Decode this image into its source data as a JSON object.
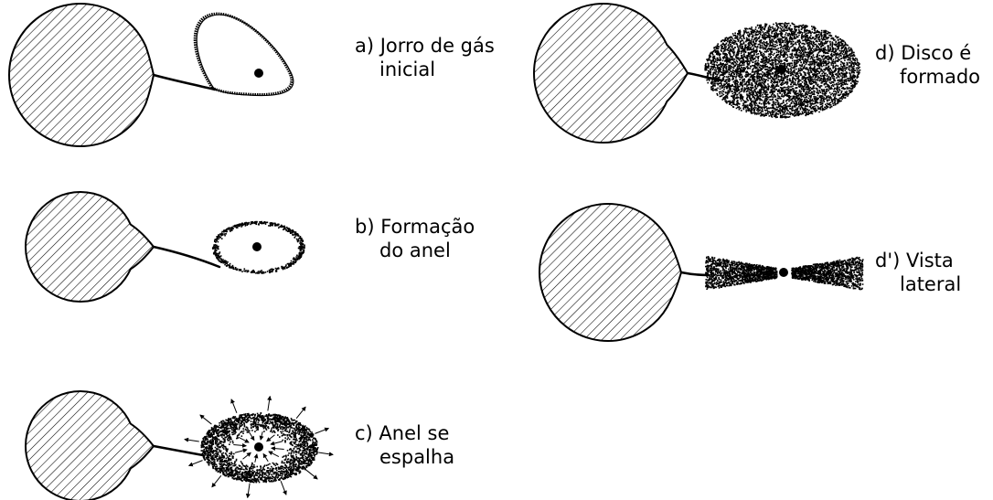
{
  "colors": {
    "ink": "#000000",
    "background": "#ffffff"
  },
  "panels": {
    "a": {
      "line1": "a) Jorro de gás",
      "line2": "inicial"
    },
    "b": {
      "line1": "b) Formação",
      "line2": "do anel"
    },
    "c": {
      "line1": "c) Anel se",
      "line2": "espalha"
    },
    "d": {
      "line1": "d) Disco é",
      "line2": "formado"
    },
    "d_prime": {
      "line1": "d') Vista",
      "line2": "lateral"
    }
  }
}
